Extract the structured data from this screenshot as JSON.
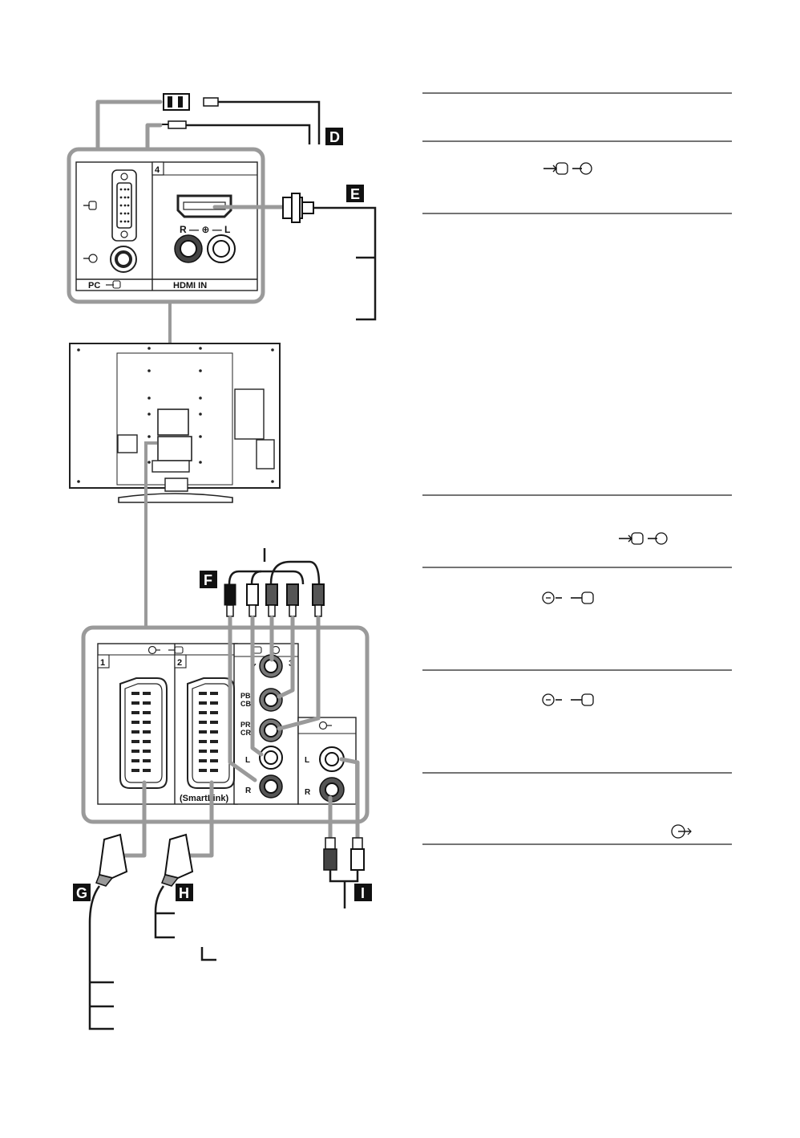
{
  "colors": {
    "cable": "#9a9a9a",
    "line": "#1a1a1a",
    "callout_bg": "#111111"
  },
  "callouts": [
    "D",
    "E",
    "F",
    "G",
    "H",
    "I"
  ],
  "top_panel": {
    "slot_number": "4",
    "pc_label": "PC",
    "hdmi_label": "HDMI IN",
    "audio_lr_label": "R — ⊕ — L"
  },
  "bottom_panel": {
    "scart1_number": "1",
    "scart2_number": "2",
    "smartlink_label": "(SmartLink)",
    "component_number": "3",
    "component_labels": [
      "Y",
      "PB/",
      "CB",
      "PR/",
      "CR",
      "L",
      "R"
    ],
    "audio_out_labels": [
      "L",
      "R"
    ]
  },
  "icons": [
    "pc-input-icon",
    "audio-input-icon",
    "scart-icon",
    "audio-output-icon",
    "video-input-icon"
  ]
}
